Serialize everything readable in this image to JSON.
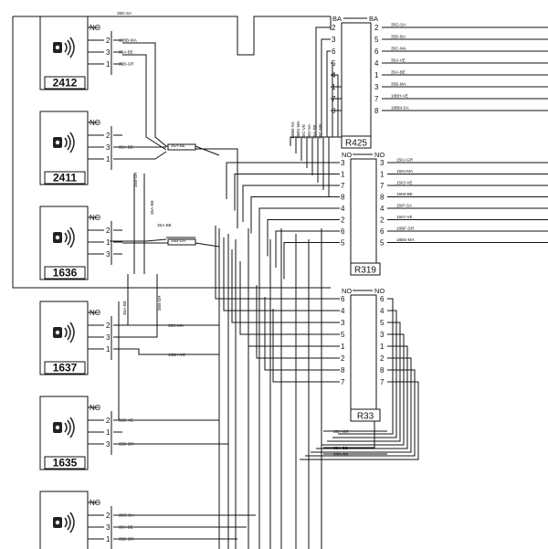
{
  "detectors": [
    {
      "id": "2412",
      "pins": [
        "NO",
        "2",
        "3",
        "1"
      ],
      "wires": [
        "",
        "18BB-MA",
        "35A-BE",
        "35B-GR"
      ]
    },
    {
      "id": "2411",
      "pins": [
        "NO",
        "2",
        "3",
        "1"
      ],
      "wires": [
        "",
        "",
        "35A-BE",
        ""
      ]
    },
    {
      "id": "1636",
      "pins": [
        "NO",
        "2",
        "1",
        "3"
      ],
      "wires": [
        "",
        "",
        "",
        ""
      ]
    },
    {
      "id": "1637",
      "pins": [
        "NO",
        "2",
        "3",
        "1"
      ],
      "wires": [
        "",
        "",
        "",
        ""
      ]
    },
    {
      "id": "1635",
      "pins": [
        "NO",
        "2",
        "1",
        "3"
      ],
      "wires": [
        "",
        "35D-VE",
        "",
        "35B-GR"
      ]
    },
    {
      "id": "",
      "pins": [
        "NO",
        "2",
        "3",
        "1"
      ],
      "wires": [
        "",
        "35G-SA",
        "35A-BE",
        "35B-GR"
      ]
    }
  ],
  "relays": [
    {
      "id": "R425",
      "header_left": "BA",
      "header_right": "BA",
      "left_pins": [
        "2",
        "3",
        "6",
        "5",
        "4",
        "1",
        "7",
        "8"
      ],
      "right_pins": [
        "2",
        "5",
        "6",
        "4",
        "1",
        "3",
        "7",
        "8"
      ],
      "right_wires": [
        "35G-SA",
        "35D-BA",
        "35C-MA",
        "35A-VE",
        "35A-BE",
        "35B-MA",
        "18BH-VE",
        "18BM-SA"
      ]
    },
    {
      "id": "R319",
      "header_left": "NO",
      "header_right": "NO",
      "left_pins": [
        "3",
        "1",
        "7",
        "8",
        "4",
        "2",
        "6",
        "5"
      ],
      "right_pins": [
        "3",
        "1",
        "7",
        "8",
        "4",
        "2",
        "6",
        "5"
      ],
      "right_wires": [
        "15IU-GR",
        "15IN-MA",
        "15IO-VE",
        "15IM-BE",
        "15IP-SA",
        "15IG-VE",
        "18BF-GR",
        "18BS-MA"
      ]
    },
    {
      "id": "R33",
      "header_left": "NO",
      "header_right": "NO",
      "left_pins": [
        "6",
        "4",
        "3",
        "5",
        "1",
        "2",
        "8",
        "7"
      ],
      "right_pins": [
        "6",
        "4",
        "5",
        "3",
        "1",
        "2",
        "8",
        "7"
      ],
      "right_wires": [
        "",
        "",
        "",
        "",
        "",
        "",
        "",
        ""
      ]
    }
  ],
  "wire_labels": {
    "top": "35D-SA",
    "junction_a": "35A-BE",
    "junction_b": "35B-GR",
    "j_mid": "35A-BE",
    "vert_a": "35B-GR",
    "vert_b": "35A-BE",
    "vert_c": "35A-BE",
    "vert_d": "35B-GR",
    "mid_35c": "35C-MA",
    "mid_18bh": "18BH-VE",
    "bottom_35h": "35H-GR",
    "bottom_35a": "35A-BE",
    "bottom_35b": "35B-GR",
    "r425_bundle": [
      "18BB-SA",
      "18BS-MA",
      "35C-VE",
      "35D-SA",
      "35A-BE",
      "35C-MA"
    ]
  }
}
